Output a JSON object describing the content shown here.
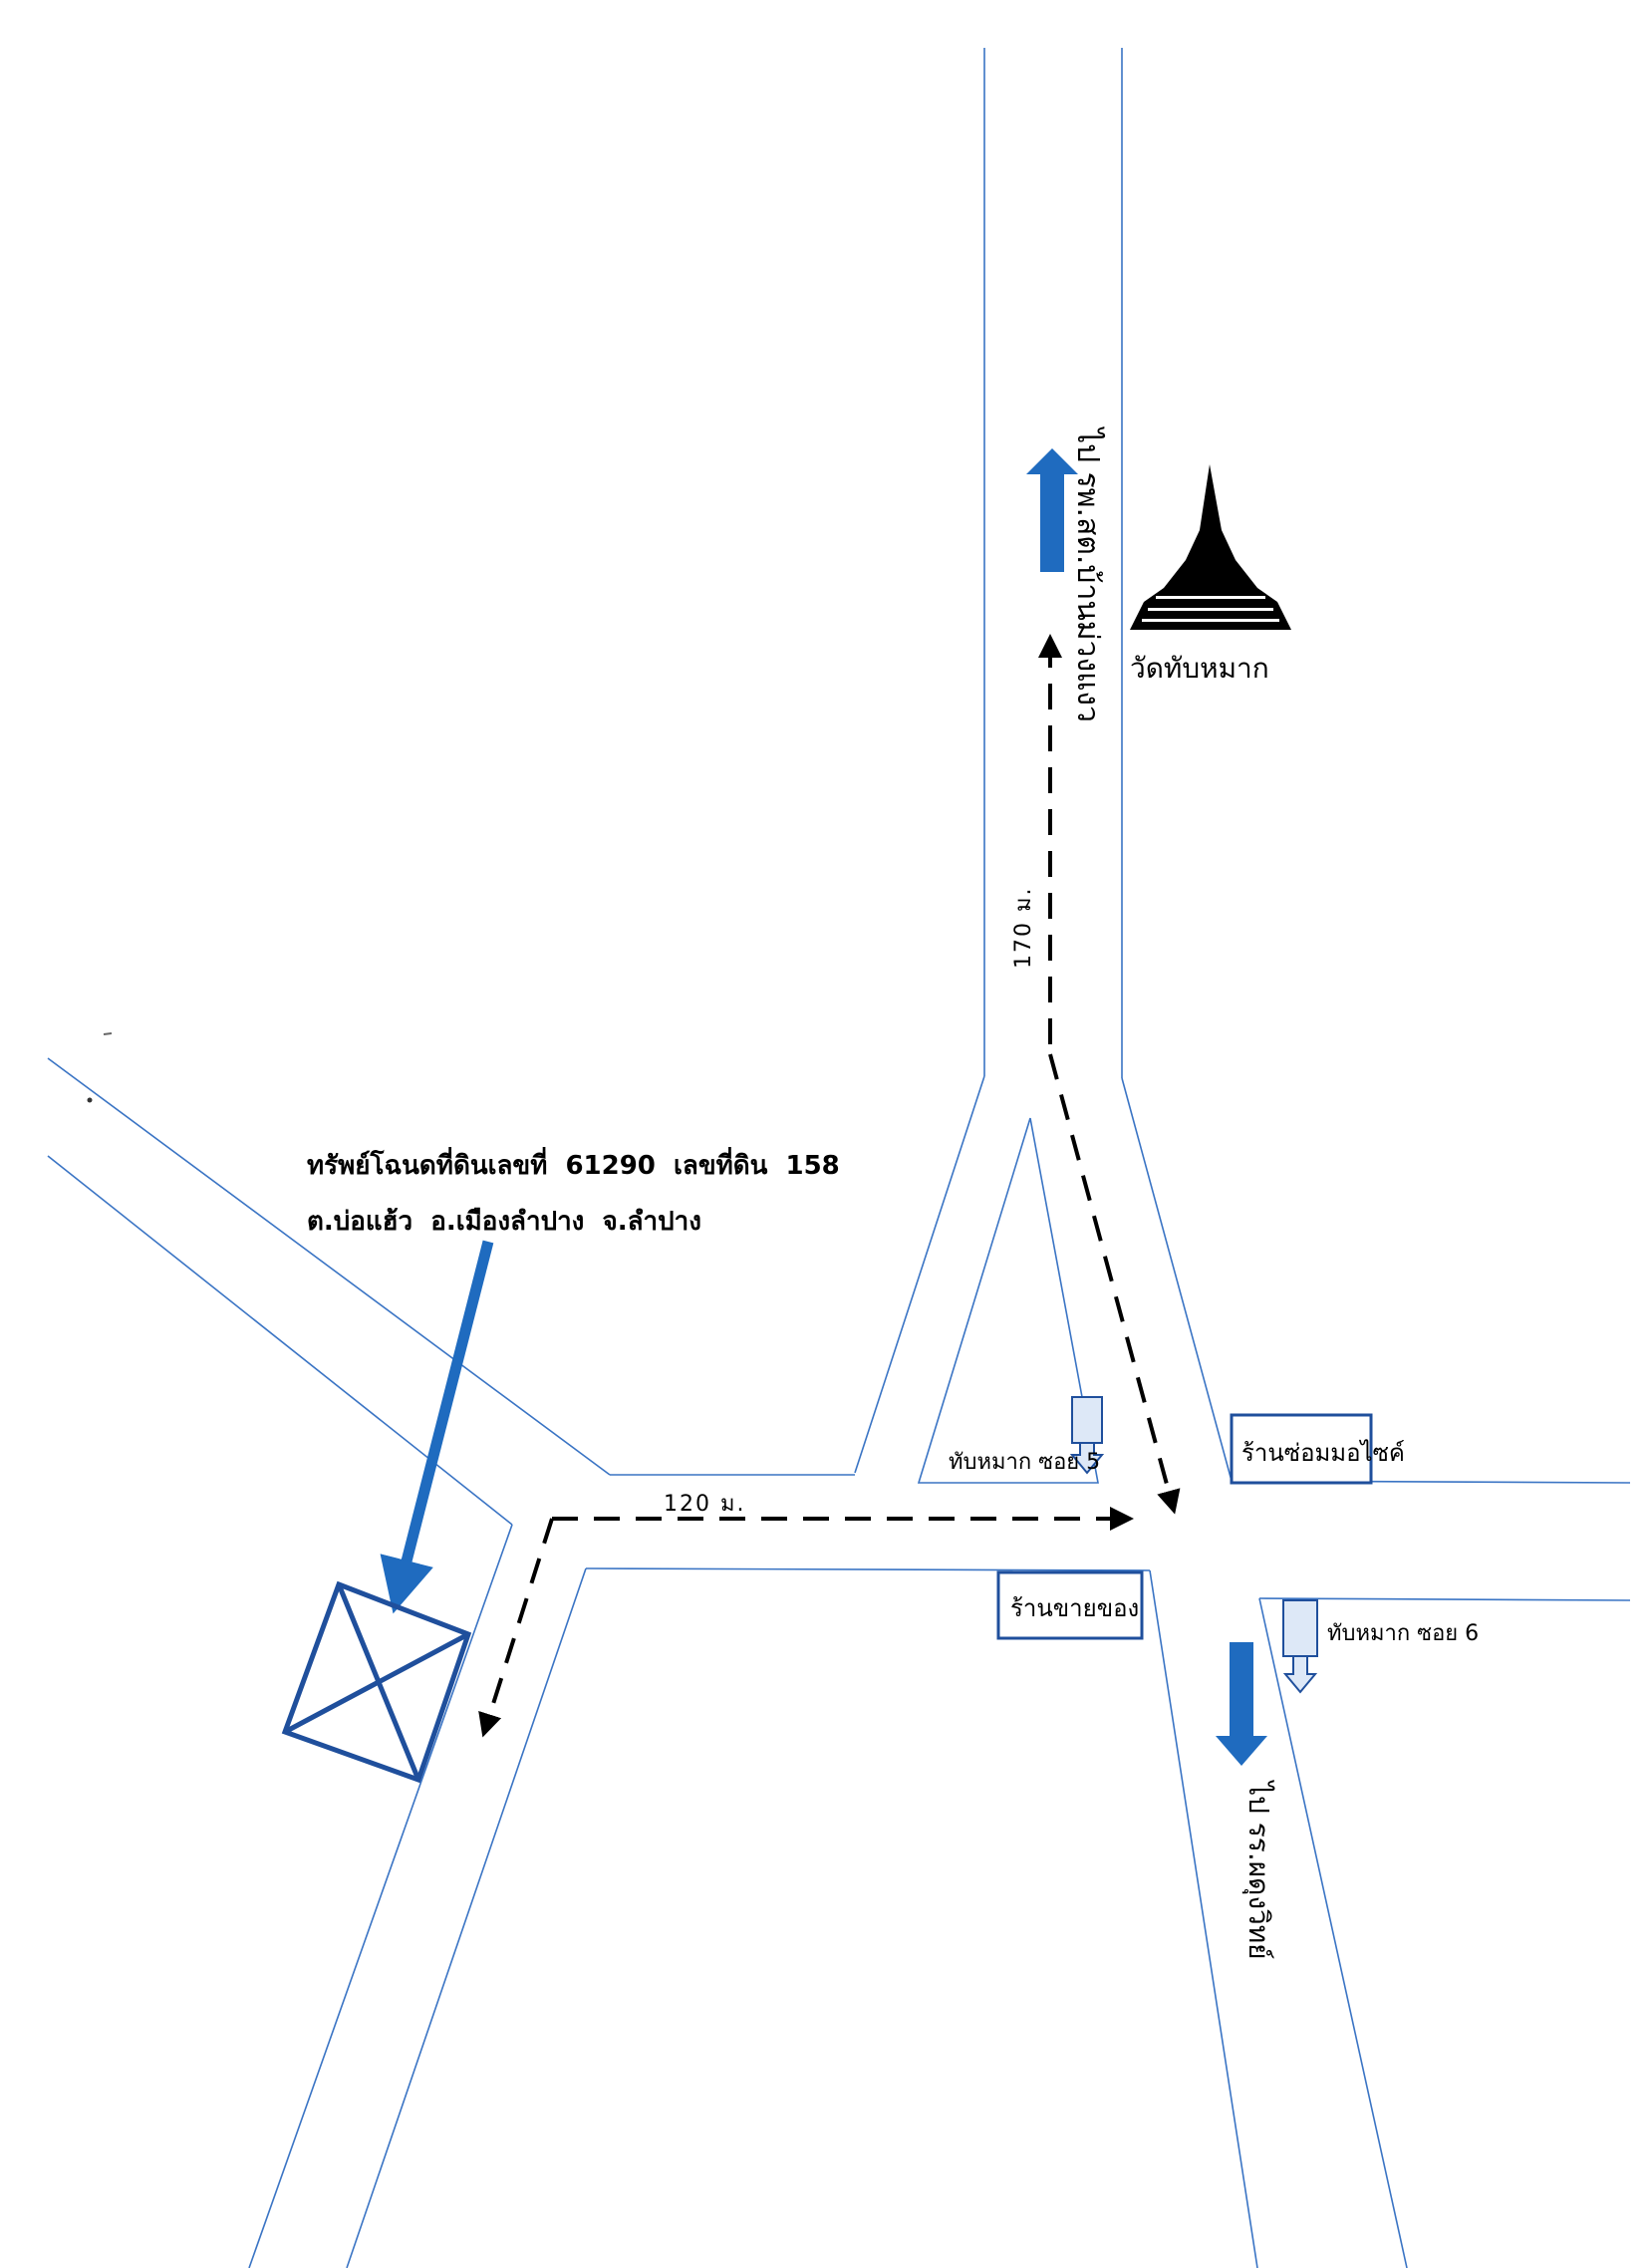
{
  "property_label": {
    "line1": "ทรัพย์โฉนดที่ดินเลขที่  61290  เลขที่ดิน  158",
    "line2": "ต.บ่อแฮ้ว  อ.เมืองลำปาง  จ.ลำปาง"
  },
  "directions": {
    "north": "ไป รพ.สต.บ้านม่วงแงว",
    "south": "ไป รร.ผดุงวิทย์"
  },
  "landmarks": {
    "temple": "วัดทับหมาก",
    "motorcycle_shop": "ร้านซ่อมมอไซค์",
    "grocery_shop": "ร้านขายของ",
    "soi_5": "ทับหมาก ซอย 5",
    "soi_6": "ทับหมาก ซอย 6"
  },
  "distances": {
    "north_segment": "170 ม.",
    "west_segment": "120 ม."
  },
  "colors": {
    "road": "#3a74c4",
    "arrow": "#1f6bbf",
    "property": "#1f4f9c",
    "sign_fill": "#dde8f7",
    "sign_stroke": "#1f4f9c",
    "route": "#000000"
  }
}
